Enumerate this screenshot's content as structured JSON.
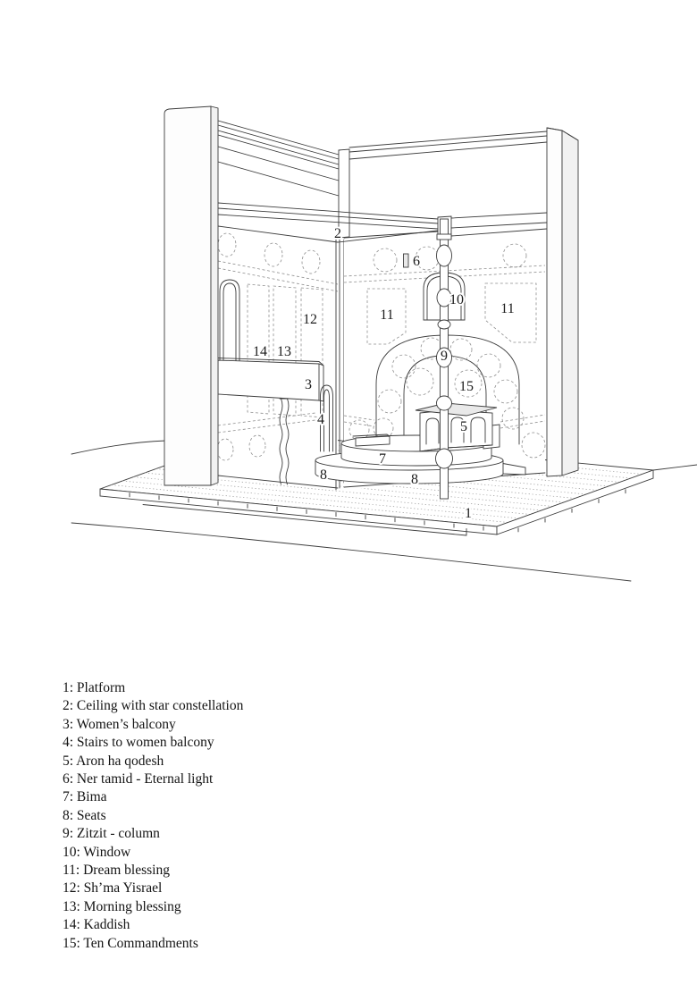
{
  "figure": {
    "background": "#ffffff",
    "line_color": "#3c3c3c",
    "dash_color": "#8e8e8e"
  },
  "diagram": {
    "description": "Axonometric cutaway line drawing of a synagogue interior",
    "labels": [
      {
        "text": "1"
      },
      {
        "text": "2"
      },
      {
        "text": "3"
      },
      {
        "text": "4"
      },
      {
        "text": "5"
      },
      {
        "text": "6"
      },
      {
        "text": "7"
      },
      {
        "text": "8"
      },
      {
        "text": "8"
      },
      {
        "text": "9"
      },
      {
        "text": "10"
      },
      {
        "text": "11"
      },
      {
        "text": "11"
      },
      {
        "text": "12"
      },
      {
        "text": "13"
      },
      {
        "text": "14"
      },
      {
        "text": "15"
      }
    ]
  },
  "legend": {
    "items": [
      "1: Platform",
      "2: Ceiling with star constellation",
      "3: Women’s balcony",
      "4: Stairs to women balcony",
      "5: Aron ha qodesh",
      "6: Ner tamid - Eternal light",
      "7: Bima",
      "8: Seats",
      "9: Zitzit - column",
      "10: Window",
      "11: Dream blessing",
      "12: Sh’ma Yisrael",
      "13: Morning blessing",
      "14: Kaddish",
      "15: Ten Commandments"
    ]
  }
}
